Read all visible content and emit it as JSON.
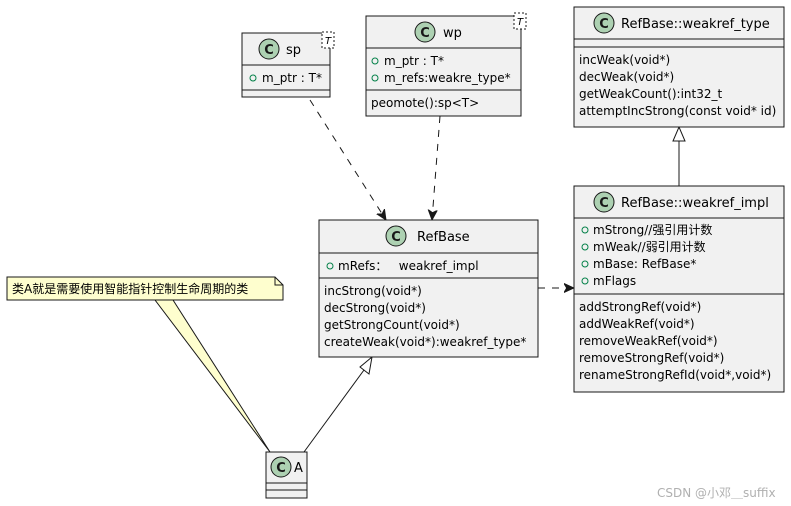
{
  "classes": {
    "sp": {
      "badge": "C",
      "name": "sp",
      "template": "T",
      "fields": [
        "m_ptr : T*"
      ],
      "methods": []
    },
    "wp": {
      "badge": "C",
      "name": "wp",
      "template": "T",
      "fields": [
        "m_ptr : T*",
        "m_refs:weakre_type*"
      ],
      "methods": [
        "peomote():sp<T>"
      ]
    },
    "weakref_type": {
      "badge": "C",
      "name": "RefBase::weakref_type",
      "fields": [],
      "methods": [
        "incWeak(void*)",
        "decWeak(void*)",
        "getWeakCount():int32_t",
        "attemptIncStrong(const void* id)"
      ]
    },
    "refbase": {
      "badge": "C",
      "name": "RefBase",
      "fields": [
        "mRefs：   weakref_impl"
      ],
      "methods": [
        "incStrong(void*)",
        "decStrong(void*)",
        "getStrongCount(void*)",
        "createWeak(void*):weakref_type*"
      ]
    },
    "weakref_impl": {
      "badge": "C",
      "name": "RefBase::weakref_impl",
      "fields": [
        "mStrong//强引用计数",
        "mWeak//弱引用计数",
        "mBase: RefBase*",
        "mFlags"
      ],
      "methods": [
        "addStrongRef(void*)",
        "addWeakRef(void*)",
        "removeWeakRef(void*)",
        "removeStrongRef(void*)",
        "renameStrongRefId(void*,void*)"
      ]
    },
    "a": {
      "badge": "C",
      "name": "A",
      "fields": [],
      "methods": []
    }
  },
  "note": {
    "text": "类A就是需要使用智能指针控制生命周期的类"
  },
  "watermark": "CSDN @小邓＿suffix",
  "colors": {
    "class_fill": "#f1f1f1",
    "badge_fill": "#add1b2",
    "note_fill": "#fefece",
    "visibility": "#038048"
  }
}
